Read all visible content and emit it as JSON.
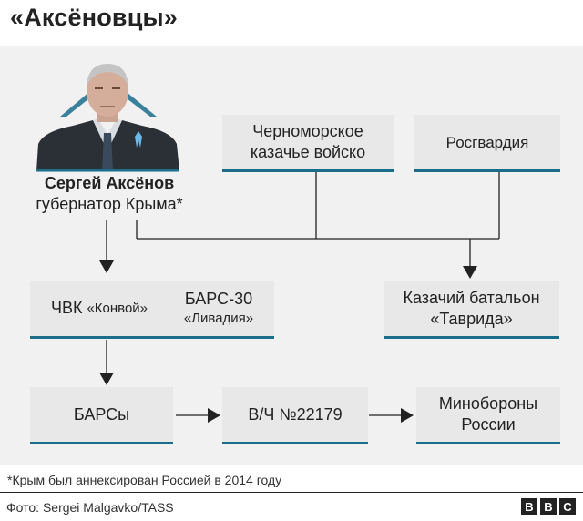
{
  "title": "«Аксёновцы»",
  "person": {
    "name": "Сергей Аксёнов",
    "role": "губернатор Крыма*"
  },
  "boxes": {
    "black_sea_cossacks_line1": "Черноморское",
    "black_sea_cossacks_line2": "казачье войско",
    "rosgvardia": "Росгвардия",
    "pmc_prefix": "ЧВК ",
    "pmc_name": "«Конвой»",
    "bars30_line1": "БАРС-30",
    "bars30_line2": "«Ливадия»",
    "tavrida_line1": "Казачий батальон",
    "tavrida_line2": "«Таврида»",
    "barsy": "БАРСы",
    "military_unit": "В/Ч №22179",
    "mod_line1": "Минобороны",
    "mod_line2": "России"
  },
  "footnote": "*Крым был аннексирован Россией в 2014 году",
  "credit": "Фото: Sergei Malgavko/TASS",
  "logo": [
    "B",
    "B",
    "C"
  ],
  "colors": {
    "accent": "#1b6d8c",
    "panel": "#f1f1f1",
    "box": "#e8e8e8",
    "text": "#222222"
  }
}
